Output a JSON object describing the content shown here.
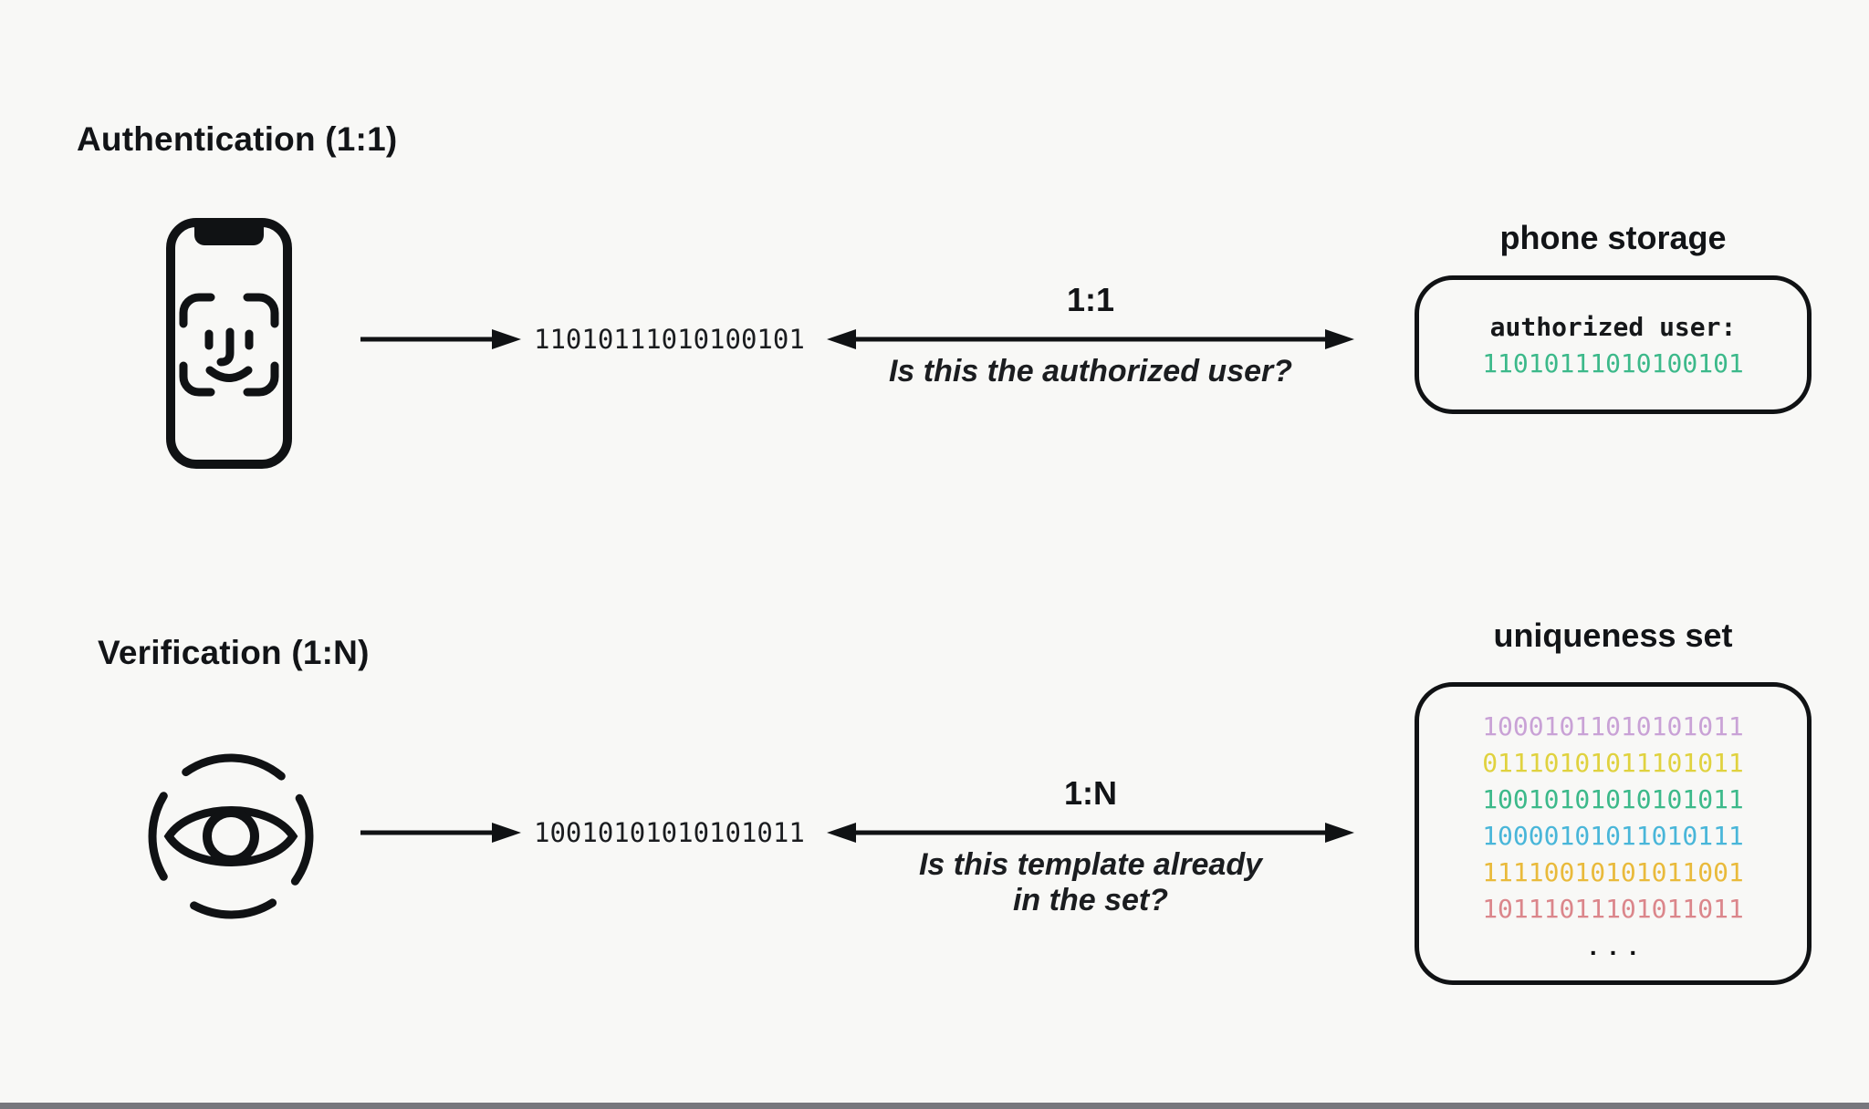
{
  "sections": [
    {
      "heading": "Authentication (1:1)",
      "source_icon": "phone-faceid",
      "probe": "11010111010100101",
      "relation": "1:1",
      "question_lines": [
        "Is this the authorized user?"
      ],
      "store": {
        "title": "phone storage",
        "label": "authorized user:",
        "value": "11010111010100101",
        "value_color": "#3cb98a"
      }
    },
    {
      "heading": "Verification (1:N)",
      "source_icon": "eye-scan",
      "probe": "10010101010101011",
      "relation": "1:N",
      "question_lines": [
        "Is this template already",
        "in the set?"
      ],
      "store": {
        "title": "uniqueness set",
        "entries": [
          {
            "value": "10001011010101011",
            "color": "#c9a2d6"
          },
          {
            "value": "01110101011101011",
            "color": "#e0d23f"
          },
          {
            "value": "10010101010101011",
            "color": "#3cb98a"
          },
          {
            "value": "10000101011010111",
            "color": "#49b6d9"
          },
          {
            "value": "11110010101011001",
            "color": "#e9ba3b"
          },
          {
            "value": "10111011101011011",
            "color": "#db868b"
          }
        ],
        "ellipsis": "..."
      }
    }
  ],
  "colors": {
    "background": "#f8f8f6",
    "ink": "#101214"
  }
}
